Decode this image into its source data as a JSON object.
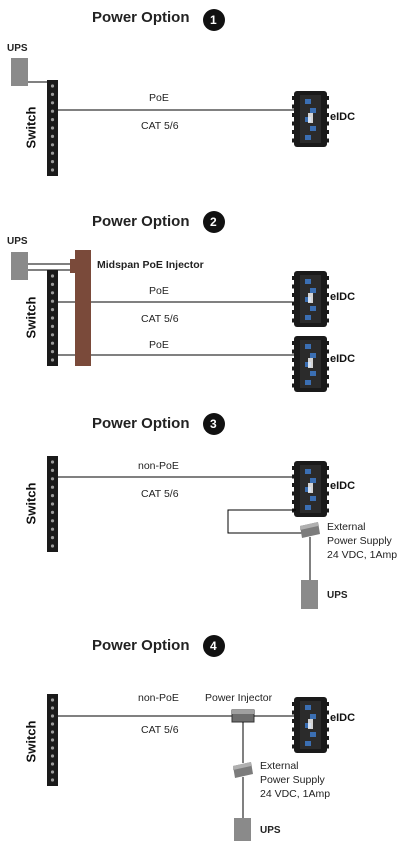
{
  "options": [
    {
      "title": "Power Option",
      "number": "1",
      "ups_label": "UPS",
      "switch_label": "Switch",
      "line_top_label": "PoE",
      "line_bottom_label": "CAT 5/6",
      "device_label": "eIDC"
    },
    {
      "title": "Power Option",
      "number": "2",
      "ups_label": "UPS",
      "switch_label": "Switch",
      "injector_label": "Midspan PoE Injector",
      "line1_top_label": "PoE",
      "line_mid_label": "CAT 5/6",
      "line2_top_label": "PoE",
      "device1_label": "eIDC",
      "device2_label": "eIDC"
    },
    {
      "title": "Power Option",
      "number": "3",
      "switch_label": "Switch",
      "line_top_label": "non-PoE",
      "line_bottom_label": "CAT 5/6",
      "device_label": "eIDC",
      "psu_lines": [
        "External",
        "Power Supply",
        "24 VDC, 1Amp"
      ],
      "ups_label": "UPS"
    },
    {
      "title": "Power Option",
      "number": "4",
      "switch_label": "Switch",
      "line_top_label": "non-PoE",
      "injector_label": "Power Injector",
      "line_bottom_label": "CAT 5/6",
      "device_label": "eIDC",
      "psu_lines": [
        "External",
        "Power Supply",
        "24 VDC, 1Amp"
      ],
      "ups_label": "UPS"
    }
  ],
  "colors": {
    "ups": "#8a8a8a",
    "switch": "#1a1a1a",
    "injector": "#7a4a3a",
    "device": "#1a1a1a",
    "device_accent": "#3b6fb3",
    "line": "#000000"
  }
}
